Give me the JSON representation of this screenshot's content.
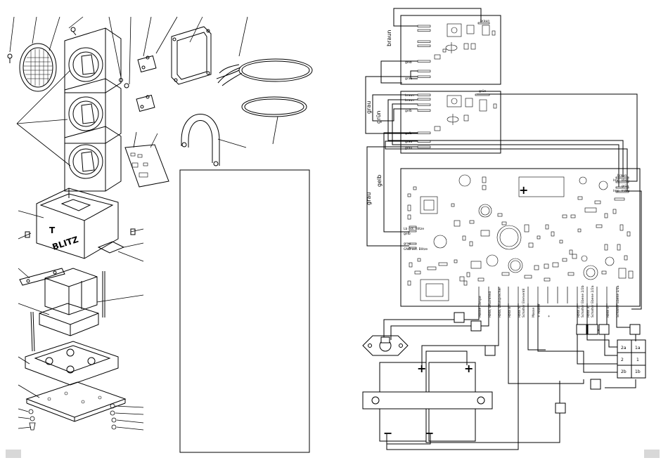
{
  "colors": {
    "line": "#000000",
    "page_marker": "#d8d8d8"
  },
  "wire_labels": {
    "braun": "braun",
    "gruen": "grün",
    "grau": "grau",
    "gelb": "gelb"
  },
  "board1_pins": [
    "braun",
    "gelb",
    "grau"
  ],
  "board2_pins": [
    "grün",
    "braun",
    "braun",
    "gelb",
    "gelb",
    "grau",
    "grau"
  ],
  "main_pins": {
    "top_right": [
      "braun",
      "Imp. oben",
      "grün",
      "Imp. mitte"
    ],
    "left_1": "Lb oct. Blitze",
    "left_1b": "gelb",
    "left_2": "grau",
    "left_2b": "GND oct. Blitze"
  },
  "bottom_terminals": [
    "Masse Lampe",
    "Rosa, Leuchtfeld",
    "Rosa, Lautsprecher",
    "Rosa 8",
    "Rosa 5",
    "Schalter Elementil",
    "Masse",
    "+ Masse",
    "+",
    "Rosa 2",
    "Schalter Ebene 2/2b",
    "Rosa 3",
    "Schalter Ebene 2/2a",
    "Rosa 4",
    "Schalter Ebene 1/1a"
  ],
  "switch_labels": [
    "2a",
    "1a",
    "2",
    "1",
    "2b",
    "1b"
  ],
  "battery": {
    "plus": "+",
    "minus": "−"
  },
  "board_marks": {
    "t": "T",
    "blitz": "BLITZ"
  }
}
